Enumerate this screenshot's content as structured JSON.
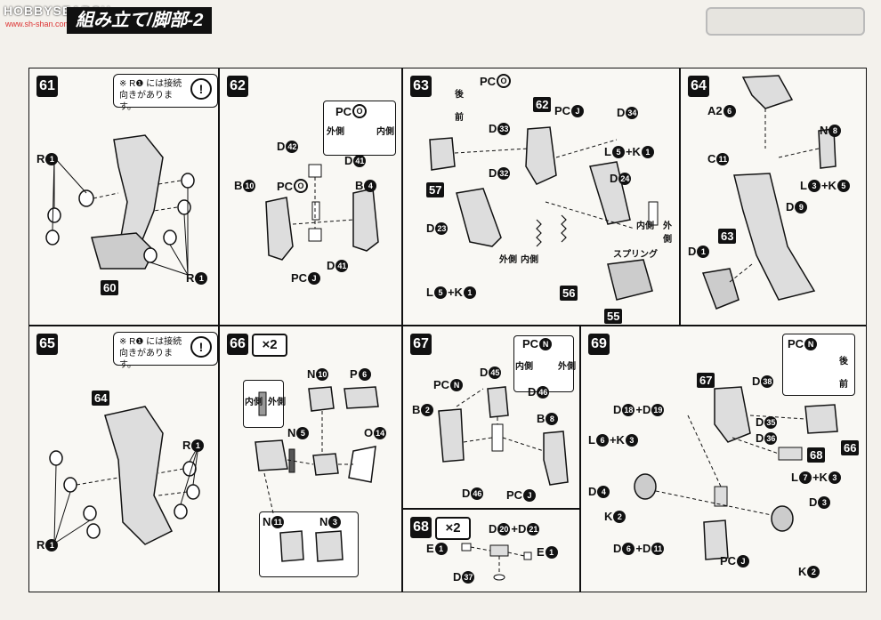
{
  "header": {
    "site_logo": "HOBBYSEARCH",
    "site_url": "www.sh-shan.com",
    "page_title": "組み立て/脚部-2"
  },
  "common_note": "※ R❶ には接続向きがあります。",
  "steps": {
    "s61": {
      "num": "61",
      "ref_part": "60"
    },
    "s62": {
      "num": "62"
    },
    "s63": {
      "num": "63",
      "refs": [
        "62",
        "57",
        "56",
        "55"
      ],
      "spring": "スプリング"
    },
    "s64": {
      "num": "64",
      "refs": [
        "63"
      ]
    },
    "s65": {
      "num": "65",
      "refs": [
        "64"
      ]
    },
    "s66": {
      "num": "66",
      "multiplier": "×2"
    },
    "s67": {
      "num": "67"
    },
    "s68": {
      "num": "68",
      "multiplier": "×2"
    },
    "s69": {
      "num": "69",
      "refs": [
        "67",
        "66",
        "68"
      ]
    }
  },
  "side_labels": {
    "inner": "内側",
    "outer": "外側",
    "back": "後",
    "front": "前"
  }
}
